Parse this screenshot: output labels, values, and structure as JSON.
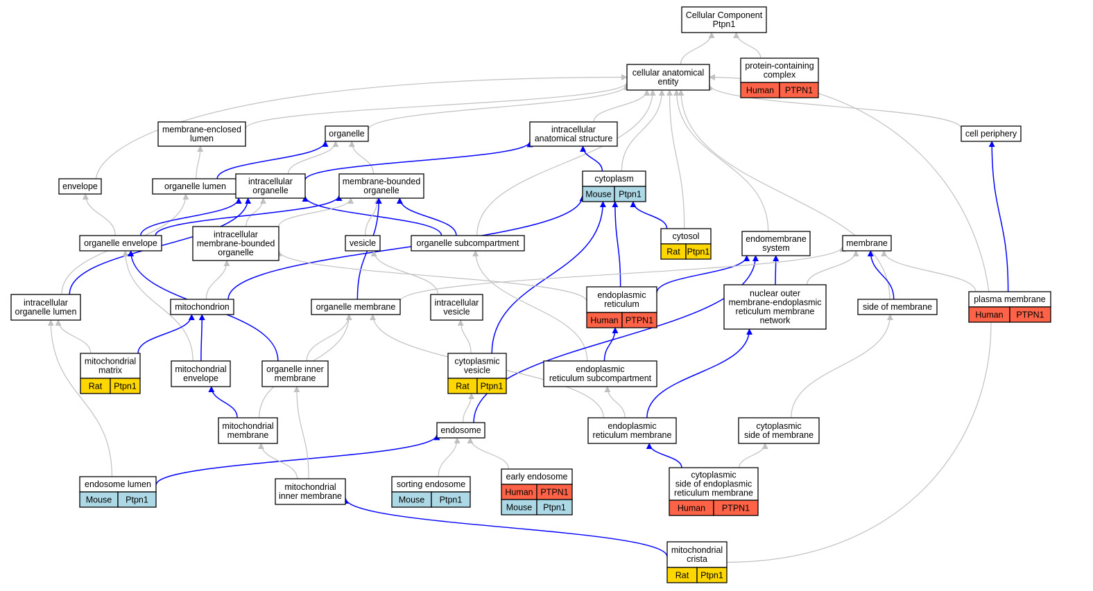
{
  "colors": {
    "is_a_edge": "#c0c0c0",
    "part_of_edge": "#0000ff",
    "human": "#ff6347",
    "mouse": "#add8e6",
    "rat": "#ffd700",
    "node_border": "#000000"
  },
  "nodes": [
    {
      "id": "root",
      "lines": [
        "Cellular Component",
        "Ptpn1"
      ]
    },
    {
      "id": "cae",
      "lines": [
        "cellular anatomical",
        "entity"
      ]
    },
    {
      "id": "pcc",
      "lines": [
        "protein-containing",
        "complex"
      ],
      "tags": [
        {
          "org": "Human",
          "gene": "PTPN1"
        }
      ]
    },
    {
      "id": "mel",
      "lines": [
        "membrane-enclosed",
        "lumen"
      ]
    },
    {
      "id": "organelle",
      "lines": [
        "organelle"
      ]
    },
    {
      "id": "ias",
      "lines": [
        "intracellular",
        "anatomical structure"
      ]
    },
    {
      "id": "cellper",
      "lines": [
        "cell periphery"
      ]
    },
    {
      "id": "envelope",
      "lines": [
        "envelope"
      ]
    },
    {
      "id": "orglumen",
      "lines": [
        "organelle lumen"
      ]
    },
    {
      "id": "intorg",
      "lines": [
        "intracellular",
        "organelle"
      ]
    },
    {
      "id": "mbo",
      "lines": [
        "membrane-bounded",
        "organelle"
      ]
    },
    {
      "id": "cytoplasm",
      "lines": [
        "cytoplasm"
      ],
      "tags": [
        {
          "org": "Mouse",
          "gene": "Ptpn1"
        }
      ]
    },
    {
      "id": "orgenv",
      "lines": [
        "organelle envelope"
      ]
    },
    {
      "id": "imbo",
      "lines": [
        "intracellular",
        "membrane-bounded",
        "organelle"
      ]
    },
    {
      "id": "vesicle",
      "lines": [
        "vesicle"
      ]
    },
    {
      "id": "orgsub",
      "lines": [
        "organelle subcompartment"
      ]
    },
    {
      "id": "cytosol",
      "lines": [
        "cytosol"
      ],
      "tags": [
        {
          "org": "Rat",
          "gene": "Ptpn1"
        }
      ]
    },
    {
      "id": "endosys",
      "lines": [
        "endomembrane",
        "system"
      ]
    },
    {
      "id": "membrane",
      "lines": [
        "membrane"
      ]
    },
    {
      "id": "iol",
      "lines": [
        "intracellular",
        "organelle lumen"
      ]
    },
    {
      "id": "mito",
      "lines": [
        "mitochondrion"
      ]
    },
    {
      "id": "orgmem",
      "lines": [
        "organelle membrane"
      ]
    },
    {
      "id": "intves",
      "lines": [
        "intracellular",
        "vesicle"
      ]
    },
    {
      "id": "er",
      "lines": [
        "endoplasmic",
        "reticulum"
      ],
      "tags": [
        {
          "org": "Human",
          "gene": "PTPN1"
        }
      ]
    },
    {
      "id": "nomer",
      "lines": [
        "nuclear outer",
        "membrane-endoplasmic",
        "reticulum membrane",
        "network"
      ]
    },
    {
      "id": "som",
      "lines": [
        "side of membrane"
      ]
    },
    {
      "id": "pm",
      "lines": [
        "plasma membrane"
      ],
      "tags": [
        {
          "org": "Human",
          "gene": "PTPN1"
        }
      ]
    },
    {
      "id": "mmatrix",
      "lines": [
        "mitochondrial",
        "matrix"
      ],
      "tags": [
        {
          "org": "Rat",
          "gene": "Ptpn1"
        }
      ]
    },
    {
      "id": "menv",
      "lines": [
        "mitochondrial",
        "envelope"
      ]
    },
    {
      "id": "oim",
      "lines": [
        "organelle inner",
        "membrane"
      ]
    },
    {
      "id": "cves",
      "lines": [
        "cytoplasmic",
        "vesicle"
      ],
      "tags": [
        {
          "org": "Rat",
          "gene": "Ptpn1"
        }
      ]
    },
    {
      "id": "ersub",
      "lines": [
        "endoplasmic",
        "reticulum subcompartment"
      ]
    },
    {
      "id": "mmem",
      "lines": [
        "mitochondrial",
        "membrane"
      ]
    },
    {
      "id": "endosome",
      "lines": [
        "endosome"
      ]
    },
    {
      "id": "ermem",
      "lines": [
        "endoplasmic",
        "reticulum membrane"
      ]
    },
    {
      "id": "csom",
      "lines": [
        "cytoplasmic",
        "side of membrane"
      ]
    },
    {
      "id": "endolumen",
      "lines": [
        "endosome lumen"
      ],
      "tags": [
        {
          "org": "Mouse",
          "gene": "Ptpn1"
        }
      ]
    },
    {
      "id": "mim",
      "lines": [
        "mitochondrial",
        "inner membrane"
      ]
    },
    {
      "id": "sorting",
      "lines": [
        "sorting endosome"
      ],
      "tags": [
        {
          "org": "Mouse",
          "gene": "Ptpn1"
        }
      ]
    },
    {
      "id": "early",
      "lines": [
        "early endosome"
      ],
      "tags": [
        {
          "org": "Human",
          "gene": "PTPN1"
        },
        {
          "org": "Mouse",
          "gene": "Ptpn1"
        }
      ]
    },
    {
      "id": "csoerm",
      "lines": [
        "cytoplasmic",
        "side of endoplasmic",
        "reticulum membrane"
      ],
      "tags": [
        {
          "org": "Human",
          "gene": "PTPN1"
        }
      ]
    },
    {
      "id": "crista",
      "lines": [
        "mitochondrial",
        "crista"
      ],
      "tags": [
        {
          "org": "Rat",
          "gene": "Ptpn1"
        }
      ]
    }
  ],
  "edges": [
    {
      "from": "pcc",
      "to": "root",
      "type": "is_a"
    },
    {
      "from": "cae",
      "to": "root",
      "type": "is_a"
    },
    {
      "from": "envelope",
      "to": "cae",
      "type": "is_a"
    },
    {
      "from": "mel",
      "to": "cae",
      "type": "is_a"
    },
    {
      "from": "organelle",
      "to": "cae",
      "type": "is_a"
    },
    {
      "from": "ias",
      "to": "cae",
      "type": "is_a"
    },
    {
      "from": "orgsub",
      "to": "cae",
      "type": "is_a"
    },
    {
      "from": "cytoplasm",
      "to": "cae",
      "type": "is_a"
    },
    {
      "from": "cytosol",
      "to": "cae",
      "type": "is_a"
    },
    {
      "from": "endosys",
      "to": "cae",
      "type": "is_a"
    },
    {
      "from": "som",
      "to": "cae",
      "type": "is_a"
    },
    {
      "from": "cellper",
      "to": "cae",
      "type": "is_a"
    },
    {
      "from": "crista",
      "to": "cae",
      "type": "is_a"
    },
    {
      "from": "orglumen",
      "to": "mel",
      "type": "is_a"
    },
    {
      "from": "orglumen",
      "to": "organelle",
      "type": "part_of"
    },
    {
      "from": "intorg",
      "to": "organelle",
      "type": "is_a"
    },
    {
      "from": "mbo",
      "to": "organelle",
      "type": "is_a"
    },
    {
      "from": "intorg",
      "to": "ias",
      "type": "part_of"
    },
    {
      "from": "cytoplasm",
      "to": "ias",
      "type": "part_of"
    },
    {
      "from": "pm",
      "to": "cellper",
      "type": "part_of"
    },
    {
      "from": "orgenv",
      "to": "envelope",
      "type": "is_a"
    },
    {
      "from": "iol",
      "to": "orglumen",
      "type": "is_a"
    },
    {
      "from": "imbo",
      "to": "intorg",
      "type": "is_a"
    },
    {
      "from": "orgenv",
      "to": "intorg",
      "type": "part_of"
    },
    {
      "from": "orgsub",
      "to": "intorg",
      "type": "part_of"
    },
    {
      "from": "iol",
      "to": "intorg",
      "type": "part_of"
    },
    {
      "from": "imbo",
      "to": "mbo",
      "type": "is_a"
    },
    {
      "from": "orgenv",
      "to": "mbo",
      "type": "part_of"
    },
    {
      "from": "vesicle",
      "to": "mbo",
      "type": "is_a"
    },
    {
      "from": "orgsub",
      "to": "mbo",
      "type": "part_of"
    },
    {
      "from": "orgmem",
      "to": "mbo",
      "type": "part_of"
    },
    {
      "from": "cytosol",
      "to": "cytoplasm",
      "type": "part_of"
    },
    {
      "from": "er",
      "to": "cytoplasm",
      "type": "part_of"
    },
    {
      "from": "cves",
      "to": "cytoplasm",
      "type": "part_of"
    },
    {
      "from": "mito",
      "to": "cytoplasm",
      "type": "part_of"
    },
    {
      "from": "mito",
      "to": "imbo",
      "type": "is_a"
    },
    {
      "from": "er",
      "to": "imbo",
      "type": "is_a"
    },
    {
      "from": "mmatrix",
      "to": "iol",
      "type": "is_a"
    },
    {
      "from": "menv",
      "to": "orgenv",
      "type": "is_a"
    },
    {
      "from": "oim",
      "to": "orgenv",
      "type": "part_of"
    },
    {
      "from": "intves",
      "to": "vesicle",
      "type": "is_a"
    },
    {
      "from": "ersub",
      "to": "orgsub",
      "type": "is_a"
    },
    {
      "from": "er",
      "to": "endosys",
      "type": "part_of"
    },
    {
      "from": "nomer",
      "to": "endosys",
      "type": "part_of"
    },
    {
      "from": "endosome",
      "to": "endosys",
      "type": "part_of"
    },
    {
      "from": "orgmem",
      "to": "membrane",
      "type": "is_a"
    },
    {
      "from": "nomer",
      "to": "membrane",
      "type": "is_a"
    },
    {
      "from": "som",
      "to": "membrane",
      "type": "part_of"
    },
    {
      "from": "pm",
      "to": "membrane",
      "type": "is_a"
    },
    {
      "from": "mmatrix",
      "to": "mito",
      "type": "part_of"
    },
    {
      "from": "menv",
      "to": "mito",
      "type": "part_of"
    },
    {
      "from": "oim",
      "to": "orgmem",
      "type": "is_a"
    },
    {
      "from": "mmem",
      "to": "orgmem",
      "type": "is_a"
    },
    {
      "from": "ermem",
      "to": "orgmem",
      "type": "is_a"
    },
    {
      "from": "cves",
      "to": "intves",
      "type": "is_a"
    },
    {
      "from": "ersub",
      "to": "er",
      "type": "part_of"
    },
    {
      "from": "ermem",
      "to": "nomer",
      "type": "part_of"
    },
    {
      "from": "csom",
      "to": "som",
      "type": "is_a"
    },
    {
      "from": "mmem",
      "to": "menv",
      "type": "part_of"
    },
    {
      "from": "endosome",
      "to": "cves",
      "type": "is_a"
    },
    {
      "from": "ermem",
      "to": "ersub",
      "type": "is_a"
    },
    {
      "from": "endolumen",
      "to": "iol",
      "type": "is_a"
    },
    {
      "from": "endolumen",
      "to": "endosome",
      "type": "part_of"
    },
    {
      "from": "mim",
      "to": "mmem",
      "type": "is_a"
    },
    {
      "from": "mim",
      "to": "oim",
      "type": "is_a"
    },
    {
      "from": "sorting",
      "to": "endosome",
      "type": "is_a"
    },
    {
      "from": "early",
      "to": "endosome",
      "type": "is_a"
    },
    {
      "from": "csoerm",
      "to": "ermem",
      "type": "part_of"
    },
    {
      "from": "csoerm",
      "to": "csom",
      "type": "is_a"
    },
    {
      "from": "crista",
      "to": "mim",
      "type": "part_of"
    }
  ]
}
